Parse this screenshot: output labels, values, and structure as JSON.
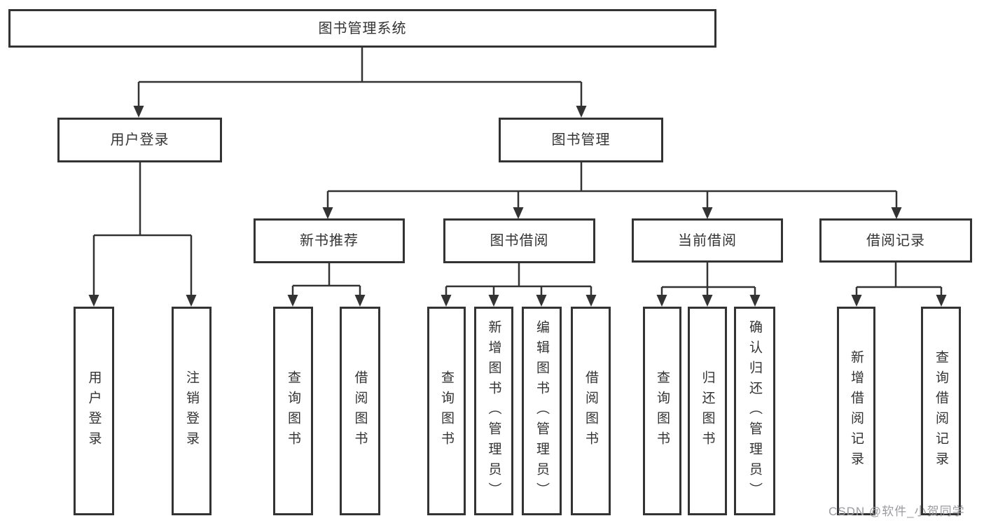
{
  "diagram": {
    "root": {
      "label": "图书管理系统"
    },
    "branches": [
      {
        "label": "用户登录",
        "children": [
          {
            "label": "用户登录"
          },
          {
            "label": "注销登录"
          }
        ]
      },
      {
        "label": "图书管理",
        "children": [
          {
            "label": "新书推荐",
            "children": [
              {
                "label": "查询图书"
              },
              {
                "label": "借阅图书"
              }
            ]
          },
          {
            "label": "图书借阅",
            "children": [
              {
                "label": "查询图书"
              },
              {
                "label": "新增图书（管理员）"
              },
              {
                "label": "编辑图书（管理员）"
              },
              {
                "label": "借阅图书"
              }
            ]
          },
          {
            "label": "当前借阅",
            "children": [
              {
                "label": "查询图书"
              },
              {
                "label": "归还图书"
              },
              {
                "label": "确认归还（管理员）"
              }
            ]
          },
          {
            "label": "借阅记录",
            "children": [
              {
                "label": "新增借阅记录"
              },
              {
                "label": "查询借阅记录"
              }
            ]
          }
        ]
      }
    ]
  },
  "watermark": {
    "text": "CSDN @软件_小贺同学"
  },
  "colors": {
    "line": "#333333",
    "text": "#333333",
    "watermark": "#9b9ba0"
  }
}
